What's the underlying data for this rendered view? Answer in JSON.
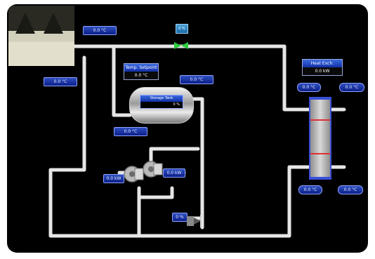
{
  "colors": {
    "background": "#000000",
    "pipe": "#e6e6e6",
    "tag": "#1a36b0",
    "tower": "#d8d6c2",
    "hx_bar": "#e03030"
  },
  "tags": {
    "supply_temp": "0.0 °C",
    "tower_out_temp": "0.0 °C",
    "tank_in_temp": "0.0 °C",
    "tank_out_temp": "0.0 °C",
    "pump1": "0.0 kW",
    "pump2": "0.0 kW",
    "hx_top_left": "0.0 °C",
    "hx_top_right": "0.0 °C",
    "hx_bottom_left": "0.0 °C",
    "hx_bottom_right": "0.0 °C",
    "top_valve": "0 %",
    "bottom_valve": "0 %"
  },
  "tank_panel": {
    "header": "Temp. Setpoint",
    "value": "0.0 °C"
  },
  "tank": {
    "label": "Storage Tank",
    "value": "0 %"
  },
  "hx_panel": {
    "header": "Heat Exch.",
    "value": "0.0 kW"
  },
  "icons": [
    "cooling-tower-icon",
    "valve-icon",
    "pump-icon",
    "tank-icon",
    "heat-exchanger-icon"
  ]
}
